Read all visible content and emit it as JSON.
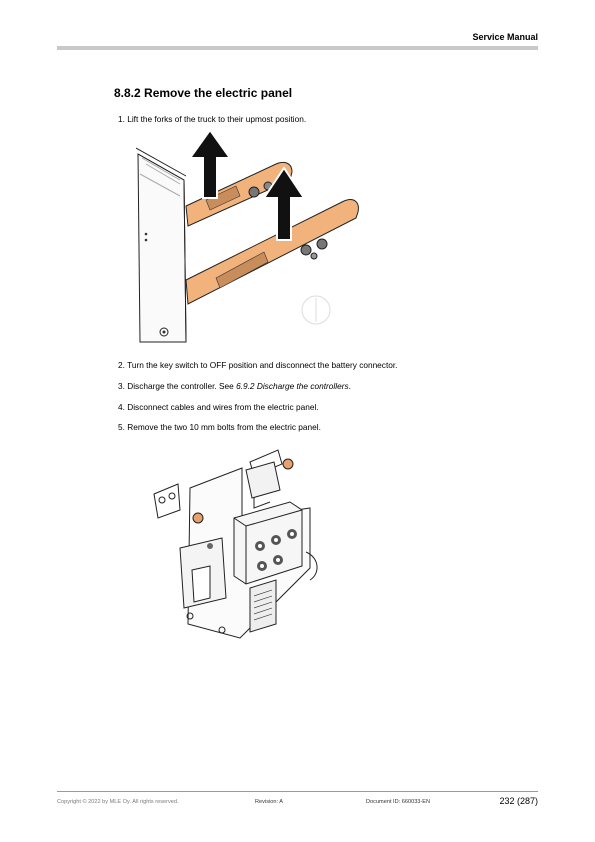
{
  "header": {
    "title": "Service Manual"
  },
  "section": {
    "title": "8.8.2 Remove the electric panel"
  },
  "steps": [
    {
      "text": "1. Lift the forks of the truck to their upmost position."
    },
    {
      "text": "2. Turn the key switch to OFF position and disconnect the battery connector."
    },
    {
      "text_before": "3. Discharge the controller. See ",
      "link": "6.9.2 Discharge the controllers",
      "text_after": "."
    },
    {
      "text": "4. Disconnect cables and wires from the electric panel."
    },
    {
      "text": "5. Remove the two 10 mm bolts from the electric panel."
    }
  ],
  "figures": {
    "forks": {
      "icon": "forks-lift-illustration",
      "fork_color": "#f2b27c"
    },
    "panel": {
      "icon": "electric-panel-illustration",
      "bolt_color": "#e8a070"
    }
  },
  "footer": {
    "copyright": "Copyright © 2022 by MLE Oy. All rights reserved.",
    "revision": "Revision: A",
    "document_id": "Document ID: 660033-EN",
    "page": "232 (287)"
  }
}
